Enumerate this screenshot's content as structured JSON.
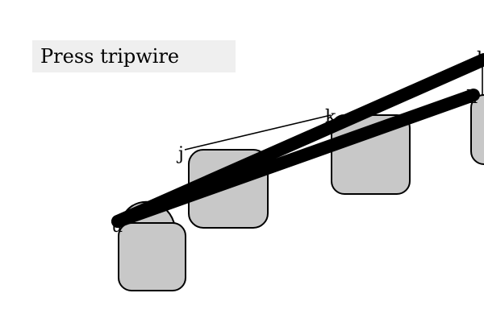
{
  "task": {
    "instruction": "Press tripwire"
  },
  "colors": {
    "box_fill": "#c8c8c8",
    "stroke": "#000000",
    "banner_bg": "#efefef"
  },
  "scene": {
    "labels": {
      "j": "j",
      "k": "k",
      "u": "u",
      "h": "h",
      "l": "l"
    }
  }
}
